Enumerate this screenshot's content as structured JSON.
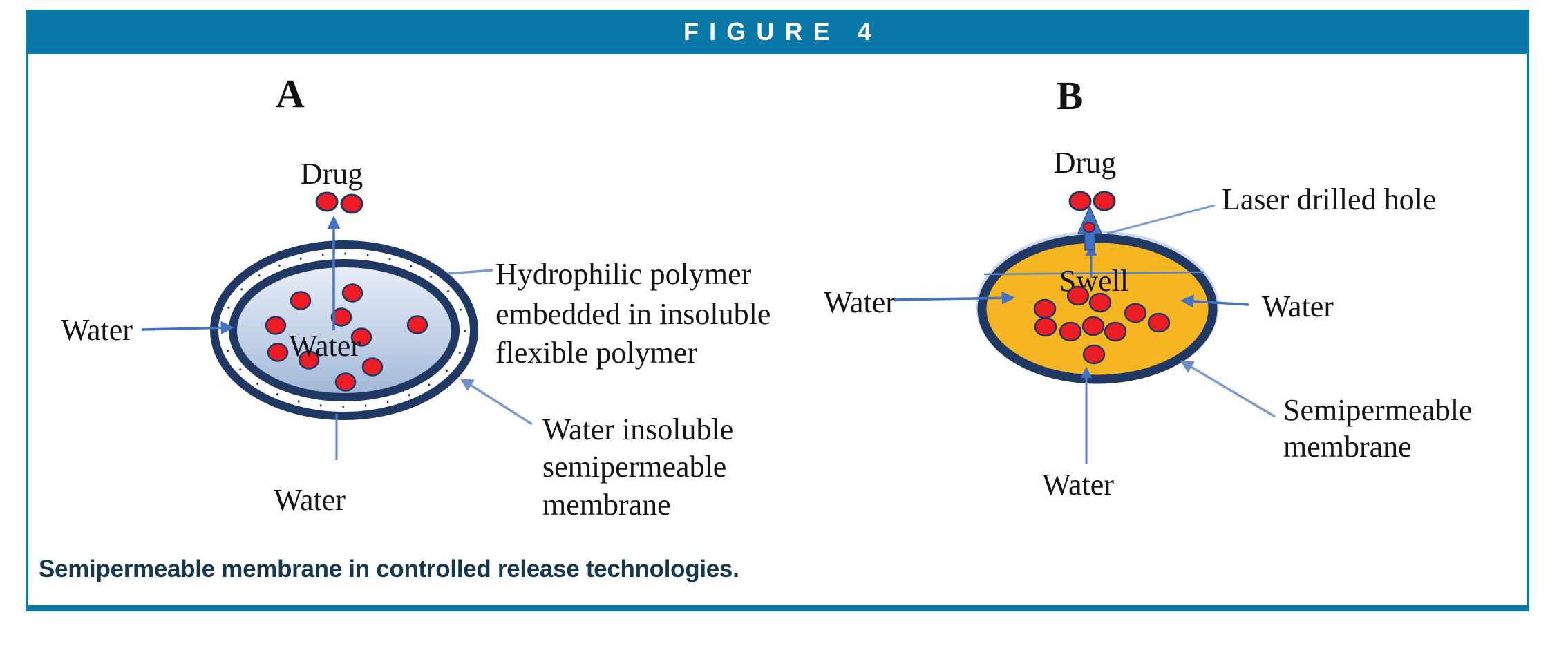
{
  "figure": {
    "title": "FIGURE 4",
    "caption": "Semipermeable membrane in controlled release technologies."
  },
  "colors": {
    "header_teal": "#0a79a8",
    "caption_navy": "#16384e",
    "membrane_navy": "#203864",
    "drug_red": "#ed1c25",
    "arrow_blue": "#4472c4",
    "pointer_blue": "#7c9bd2",
    "tablet_b_gold": "#f6b622",
    "tablet_a_fill_top": "#e9eff8",
    "tablet_a_fill_bottom": "#9fb6d4"
  },
  "diagram_a": {
    "label": "A",
    "drug_label": "Drug",
    "inner_label": "Water",
    "water_left": "Water",
    "water_bottom": "Water",
    "annotation_polymer": [
      "Hydrophilic polymer",
      "embedded in insoluble",
      "flexible polymer"
    ],
    "annotation_membrane": [
      "Water insoluble",
      "semipermeable",
      "membrane"
    ]
  },
  "diagram_b": {
    "label": "B",
    "drug_label": "Drug",
    "inner_label": "Swell",
    "water_left": "Water",
    "water_right": "Water",
    "water_bottom": "Water",
    "annotation_hole": "Laser drilled hole",
    "annotation_membrane": [
      "Semipermeable",
      "membrane"
    ]
  }
}
